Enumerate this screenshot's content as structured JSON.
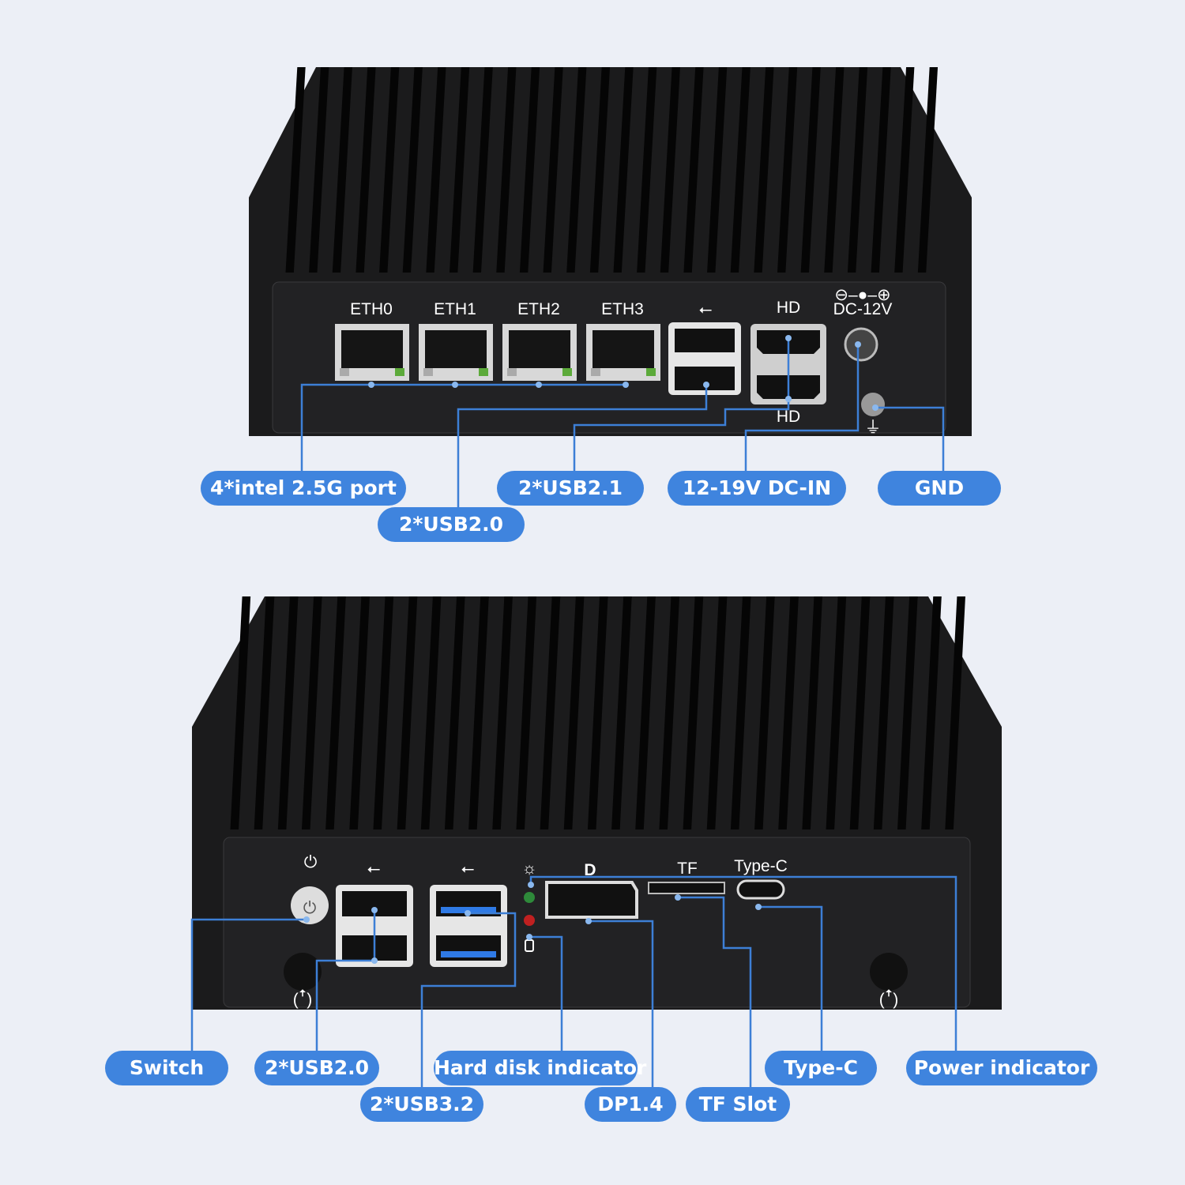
{
  "accent_color": "#3f84de",
  "device_color": "#1b1b1c",
  "top_panel": {
    "port_labels": [
      "ETH0",
      "ETH1",
      "ETH2",
      "ETH3"
    ],
    "power_label": "DC-12V",
    "icons": [
      "usb-icon",
      "hdmi-icon",
      "dc-polarity-icon",
      "ground-icon"
    ]
  },
  "top_callouts": {
    "ethernet": "4*intel 2.5G port",
    "usb20": "2*USB2.0",
    "usb21": "2*USB2.1",
    "dcin": "12-19V DC-IN",
    "gnd": "GND"
  },
  "bottom_panel": {
    "tf_label": "TF",
    "typec_label": "Type-C",
    "icons": [
      "power-icon",
      "usb-icon",
      "led-icon",
      "displayport-icon",
      "disk-icon",
      "antenna-icon"
    ]
  },
  "bottom_callouts": {
    "switch": "Switch",
    "usb20": "2*USB2.0",
    "usb32": "2*USB3.2",
    "hdd": "Hard disk indicator",
    "dp": "DP1.4",
    "tf": "TF Slot",
    "typec": "Type-C",
    "power": "Power indicator"
  }
}
